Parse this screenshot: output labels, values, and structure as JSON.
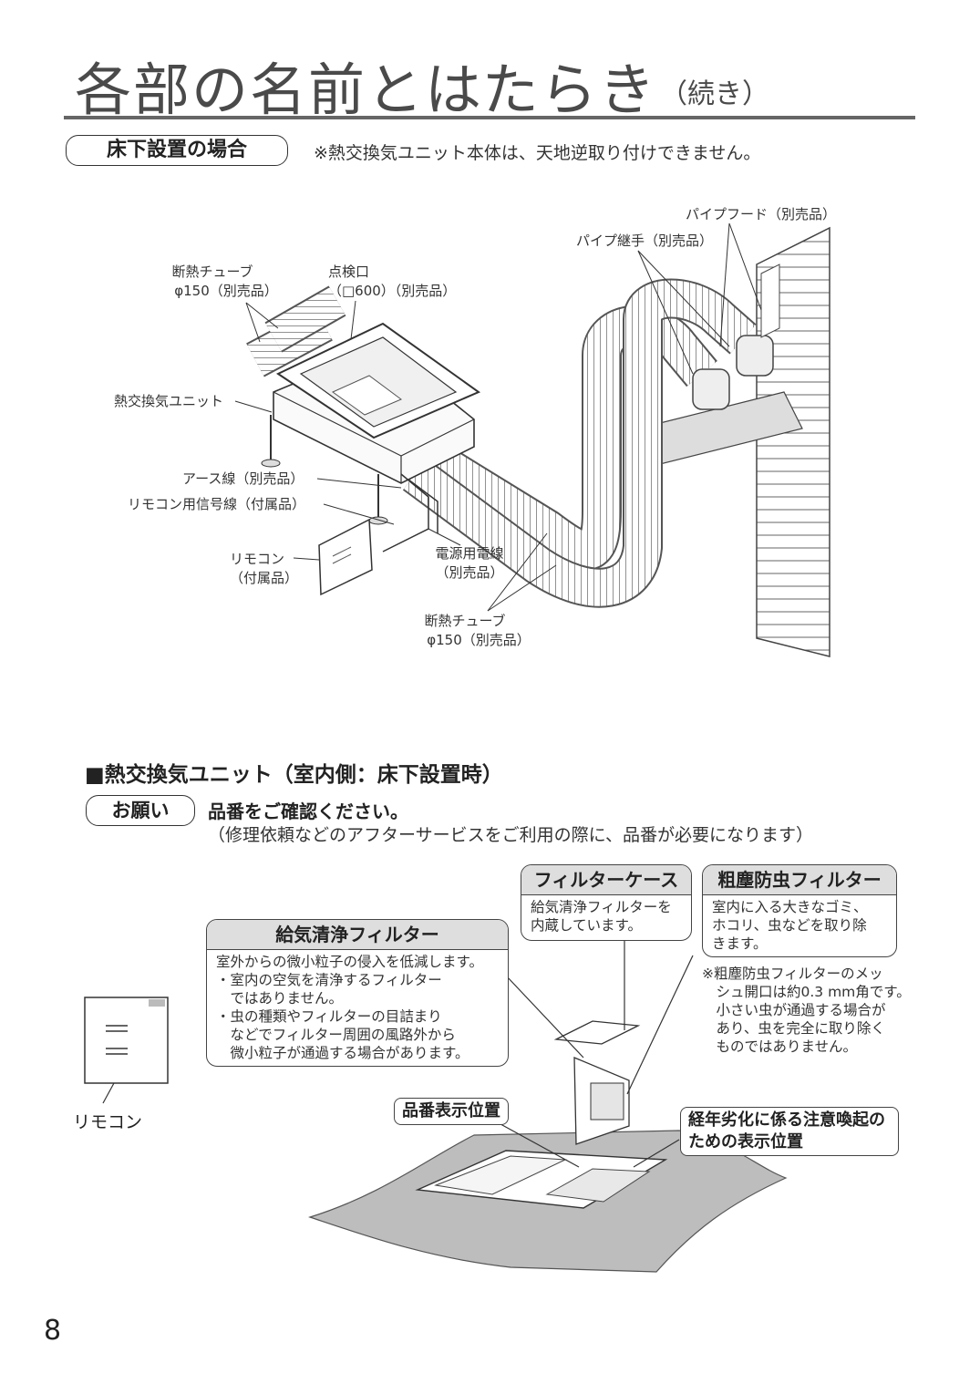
{
  "header": {
    "title": "各部の名前とはたらき",
    "subtitle": "（続き）"
  },
  "section1": {
    "tag": "床下設置の場合",
    "note": "※熱交換気ユニット本体は、天地逆取り付けできません。",
    "labels": {
      "tube_top_1": "断熱チューブ",
      "tube_top_2": "φ150（別売品）",
      "inspection_1": "点検口",
      "inspection_2": "（□600）（別売品）",
      "unit": "熱交換気ユニット",
      "earth": "アース線（別売品）",
      "signal": "リモコン用信号線（付属品）",
      "remote_1": "リモコン",
      "remote_2": "（付属品）",
      "power_1": "電源用電線",
      "power_2": "（別売品）",
      "tube_bot_1": "断熱チューブ",
      "tube_bot_2": "φ150（別売品）",
      "pipe_hood": "パイプフード（別売品）",
      "pipe_joint": "パイプ継手（別売品）"
    }
  },
  "section2": {
    "heading": "■熱交換気ユニット（室内側：床下設置時）",
    "tag": "お願い",
    "line1": "品番をご確認ください。",
    "line2": "（修理依頼などのアフターサービスをご利用の際に、品番が必要になります）",
    "filter_case": {
      "title": "フィルターケース",
      "body": "給気清浄フィルターを\n内蔵しています。"
    },
    "coarse_filter": {
      "title": "粗塵防虫フィルター",
      "body": "室内に入る大きなゴミ、\nホコリ、虫などを取り除\nきます。"
    },
    "supply_filter": {
      "title": "給気清浄フィルター",
      "body": "室外からの微小粒子の侵入を低減します。\n・室内の空気を清浄するフィルター\n　ではありません。\n・虫の種類やフィルターの目詰まり\n　などでフィルター周囲の風路外から\n　微小粒子が通過する場合があります。"
    },
    "mesh_note": "※粗塵防虫フィルターのメッ\n　シュ開口は約0.3 mm角です。\n　小さい虫が通過する場合が\n　あり、虫を完全に取り除く\n　ものではありません。",
    "part_number_pos": "品番表示位置",
    "aging_label": "経年劣化に係る注意喚起の\nための表示位置",
    "remote_label": "リモコン"
  },
  "page_number": "8"
}
